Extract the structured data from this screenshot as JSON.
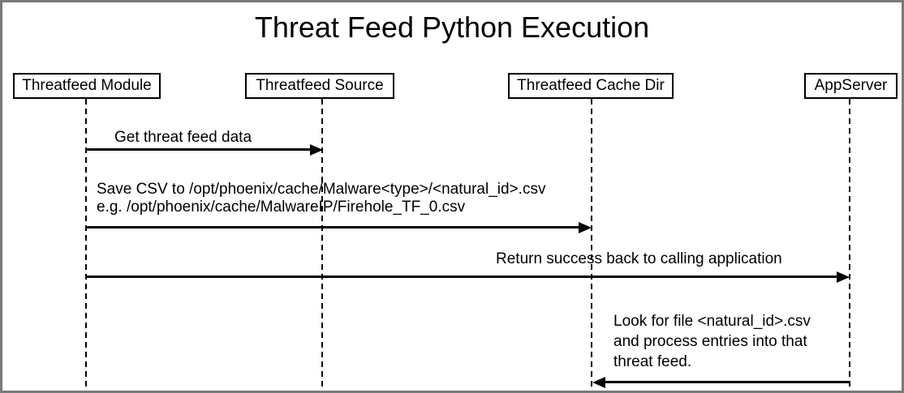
{
  "title": "Threat Feed Python Execution",
  "colors": {
    "line": "#000000",
    "background": "#ffffff",
    "frame_border": "#7a7a7a"
  },
  "actors": [
    {
      "label": "Threatfeed Module"
    },
    {
      "label": "Threatfeed Source"
    },
    {
      "label": "Threatfeed Cache Dir"
    },
    {
      "label": "AppServer"
    }
  ],
  "messages": [
    {
      "from": "Threatfeed Module",
      "to": "Threatfeed Source",
      "direction": "right",
      "lines": [
        "Get threat feed data"
      ]
    },
    {
      "from": "Threatfeed Module",
      "to": "Threatfeed Cache Dir",
      "direction": "right",
      "lines": [
        "Save CSV to /opt/phoenix/cache/Malware<type>/<natural_id>.csv",
        "e.g. /opt/phoenix/cache/MalwareIP/Firehole_TF_0.csv"
      ]
    },
    {
      "from": "Threatfeed Module",
      "to": "AppServer",
      "direction": "right",
      "lines": [
        "Return success back to calling application"
      ]
    },
    {
      "from": "AppServer",
      "to": "Threatfeed Cache Dir",
      "direction": "left",
      "lines": [
        "Look for file <natural_id>.csv",
        "and process entries into that",
        "threat feed."
      ]
    }
  ]
}
